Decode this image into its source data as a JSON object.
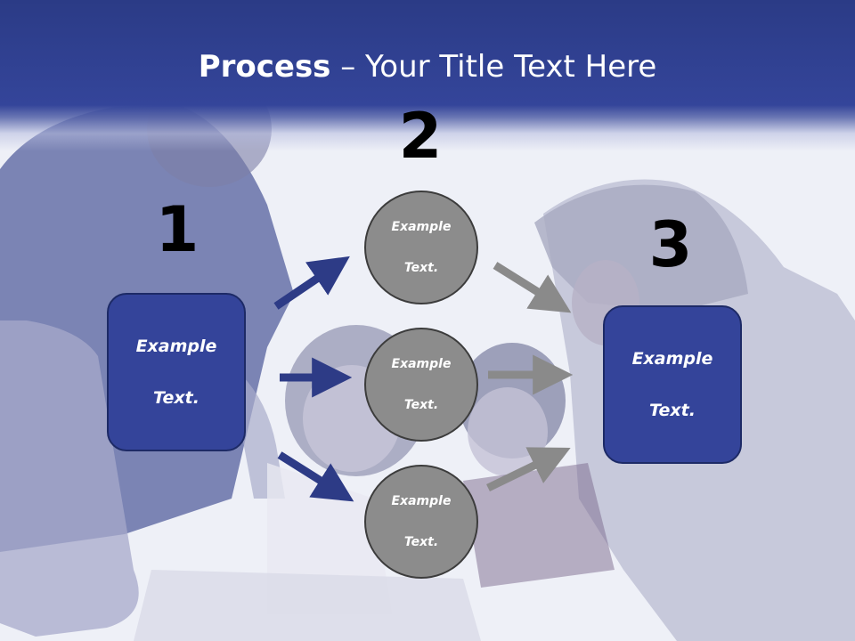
{
  "title": {
    "bold": "Process",
    "rest": " – Your Title Text Here"
  },
  "steps": [
    {
      "number": "1"
    },
    {
      "number": "2"
    },
    {
      "number": "3"
    }
  ],
  "left_box": {
    "line1": "Example",
    "line2": "Text."
  },
  "right_box": {
    "line1": "Example",
    "line2": "Text."
  },
  "circles": [
    {
      "line1": "Example",
      "line2": "Text."
    },
    {
      "line1": "Example",
      "line2": "Text."
    },
    {
      "line1": "Example",
      "line2": "Text."
    }
  ],
  "colors": {
    "accent": "#34449a",
    "band": "#2b3b86",
    "circle": "#8c8c8c",
    "gray_arrow": "#8a8a8a"
  }
}
